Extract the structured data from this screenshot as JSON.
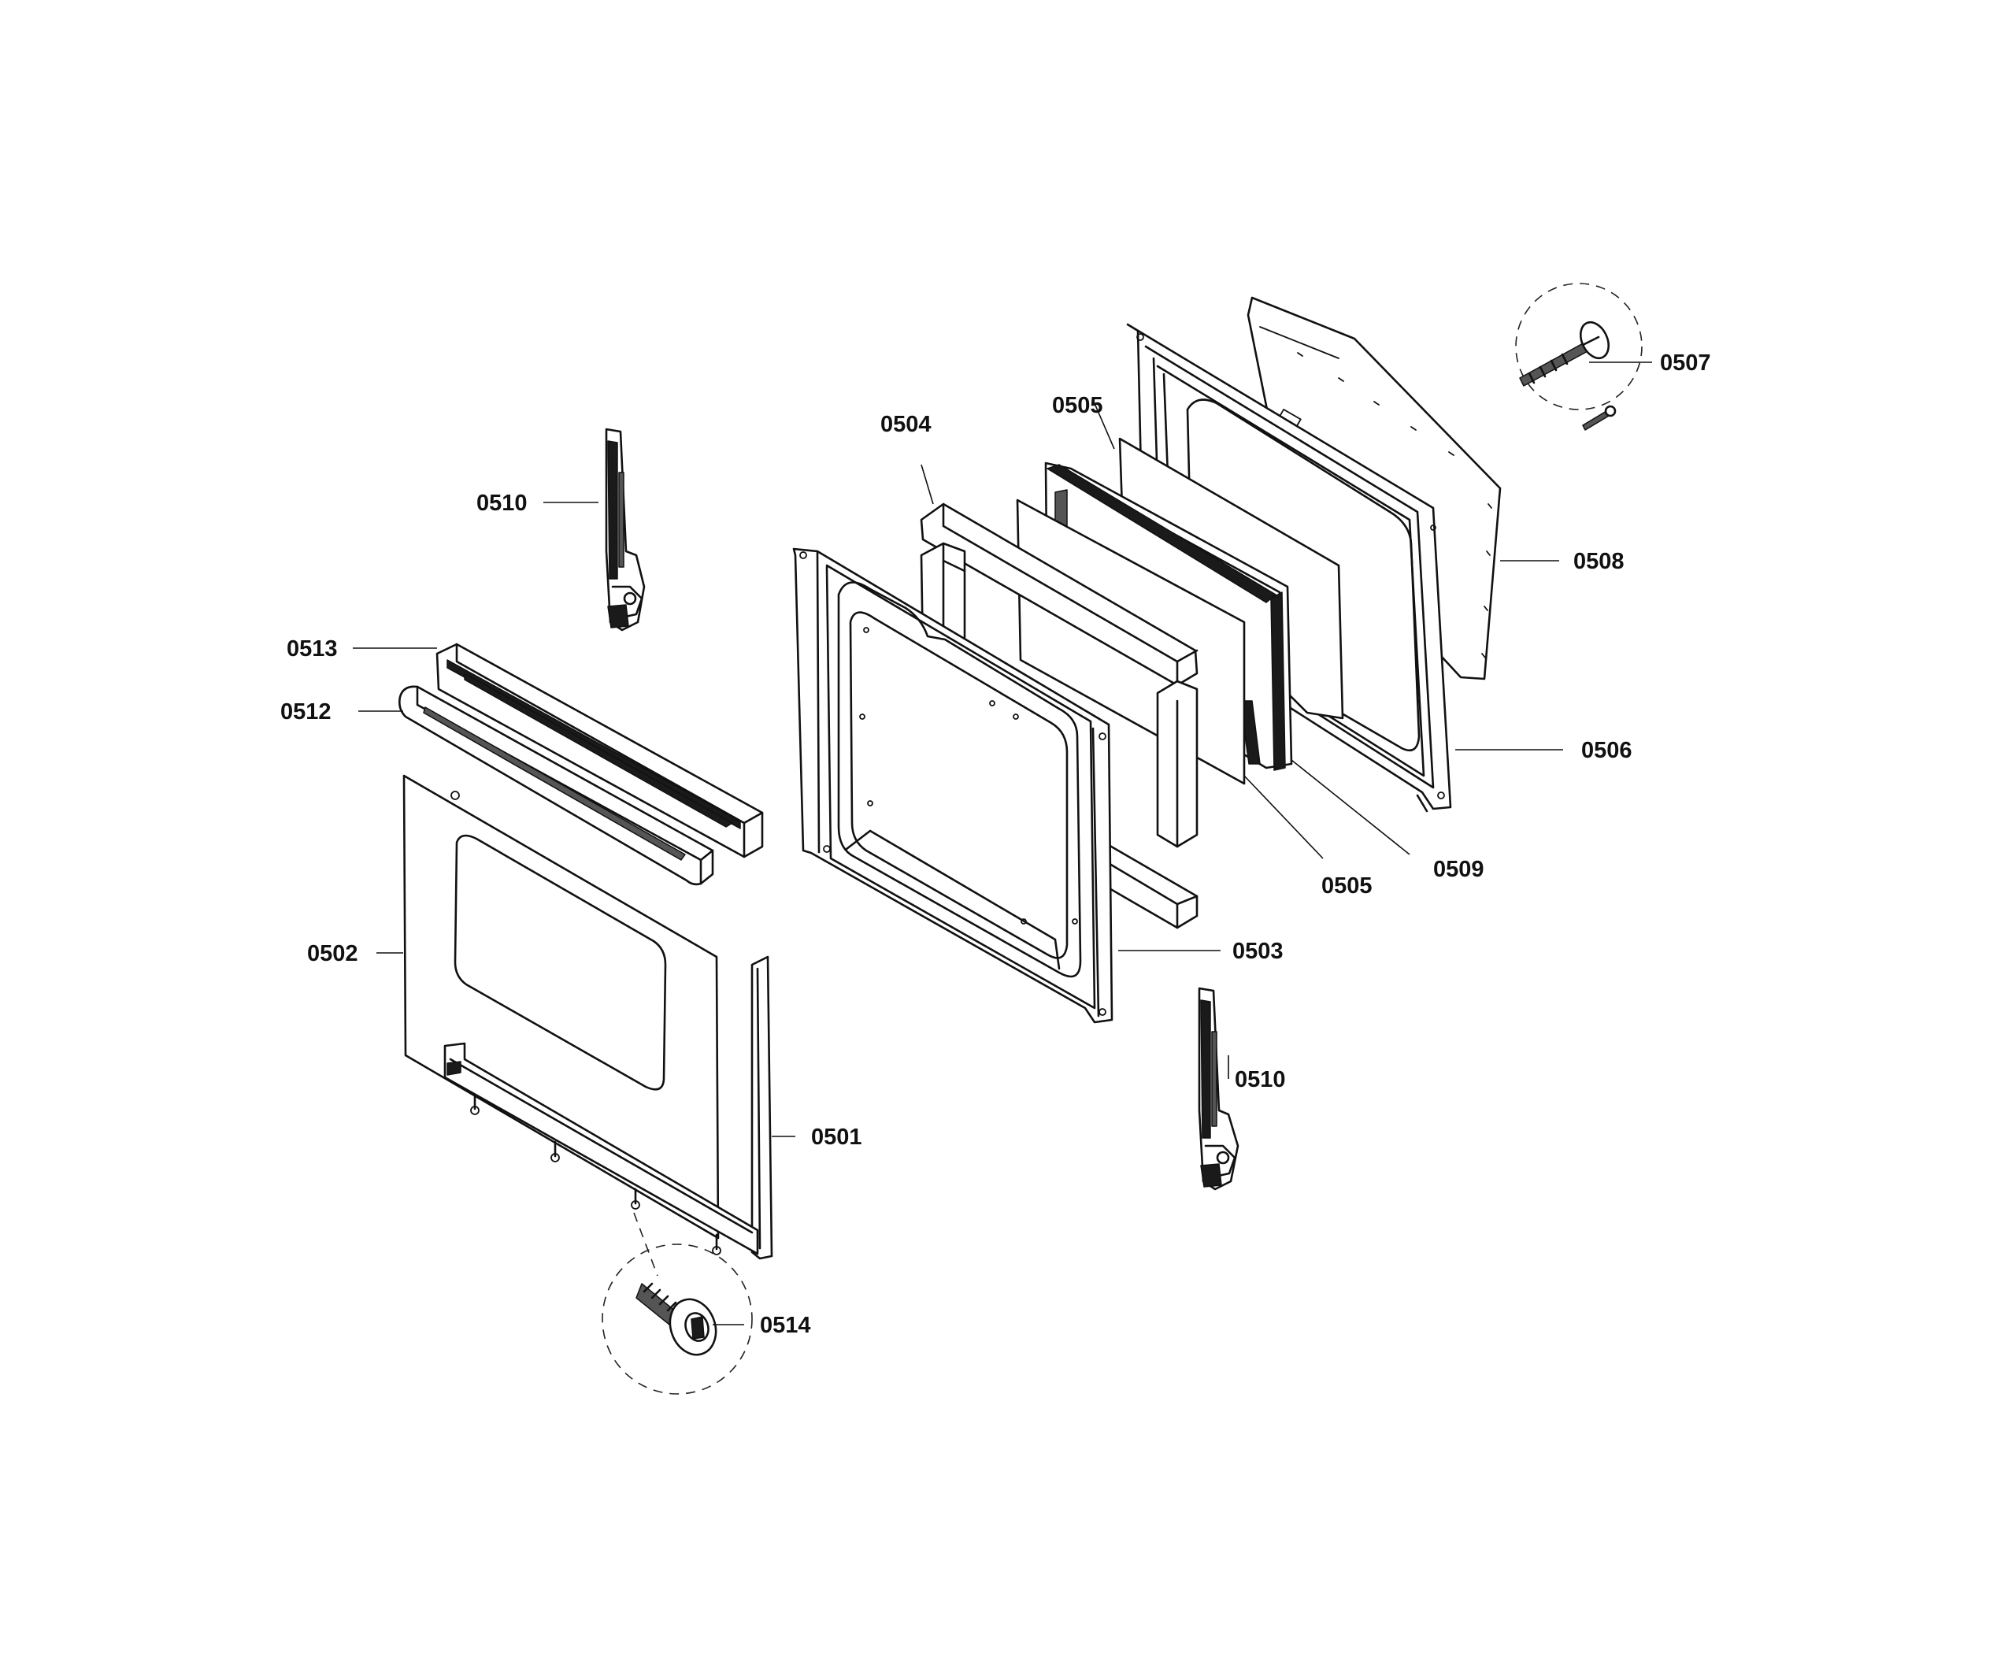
{
  "labels": {
    "p0501": "0501",
    "p0502": "0502",
    "p0503": "0503",
    "p0504": "0504",
    "p0505_top": "0505",
    "p0505_bottom": "0505",
    "p0506": "0506",
    "p0507": "0507",
    "p0508": "0508",
    "p0509": "0509",
    "p0510_top": "0510",
    "p0510_bottom": "0510",
    "p0512": "0512",
    "p0513": "0513",
    "p0514": "0514"
  }
}
